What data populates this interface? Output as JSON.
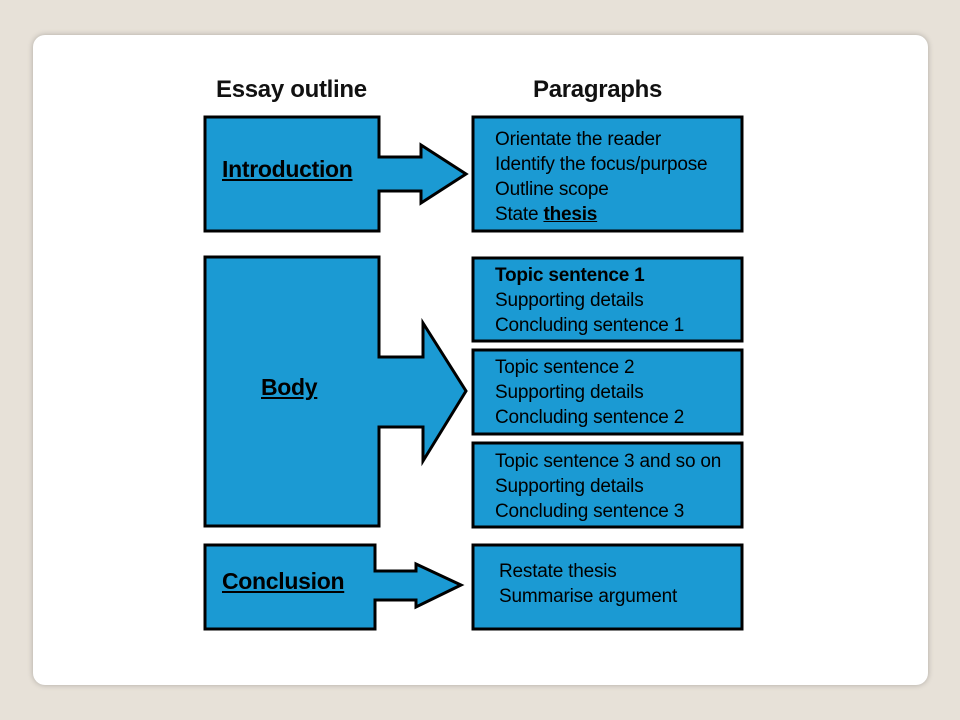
{
  "headings": {
    "outline": "Essay outline",
    "paragraphs": "Paragraphs"
  },
  "sections": {
    "introduction": "Introduction",
    "body": "Body",
    "conclusion": "Conclusion"
  },
  "intro_paragraph": {
    "lines": [
      "Orientate the reader",
      "Identify the focus/purpose",
      "Outline scope"
    ],
    "last_prefix": "State ",
    "last_bold": "thesis"
  },
  "body_paragraphs": [
    {
      "lines": [
        "Topic sentence 1",
        "Supporting details",
        "Concluding sentence 1"
      ]
    },
    {
      "lines": [
        "Topic sentence 2",
        "Supporting details",
        "Concluding sentence 2"
      ]
    },
    {
      "lines": [
        "Topic sentence 3 and so on",
        "Supporting details",
        "Concluding sentence 3"
      ]
    }
  ],
  "conclusion_paragraph": {
    "lines": [
      "Restate thesis",
      "Summarise argument"
    ]
  },
  "colors": {
    "box_fill": "#1b9ad3",
    "stroke": "#000000",
    "background": "#e7e1d8"
  }
}
